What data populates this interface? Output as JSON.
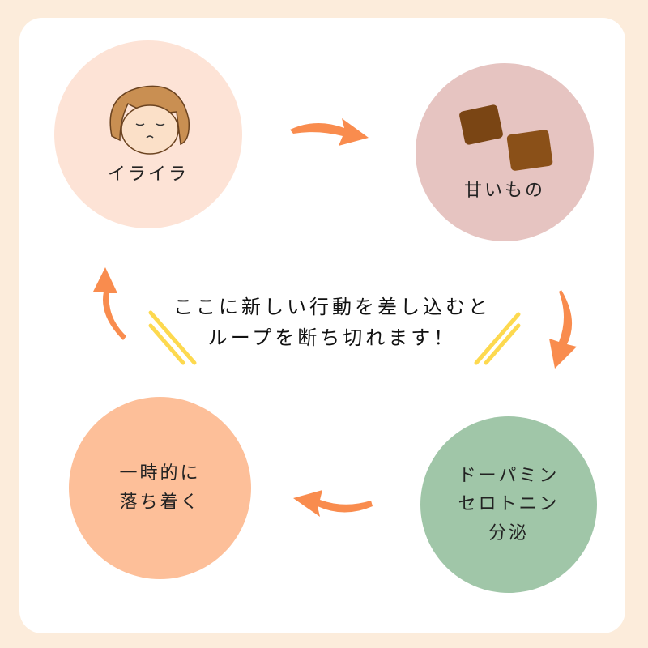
{
  "nodes": {
    "irritation": "イライラ",
    "sweets": "甘いもの",
    "calm_line1": "一時的に",
    "calm_line2": "落ち着く",
    "hormone_line1": "ドーパミン",
    "hormone_line2": "セロトニン",
    "hormone_line3": "分泌"
  },
  "message": {
    "line1": "ここに新しい行動を差し込むと",
    "line2": "ループを断ち切れます！"
  },
  "colors": {
    "background": "#fcecdb",
    "arrow": "#f98c4e",
    "accent_lines": "#fdd94f"
  }
}
